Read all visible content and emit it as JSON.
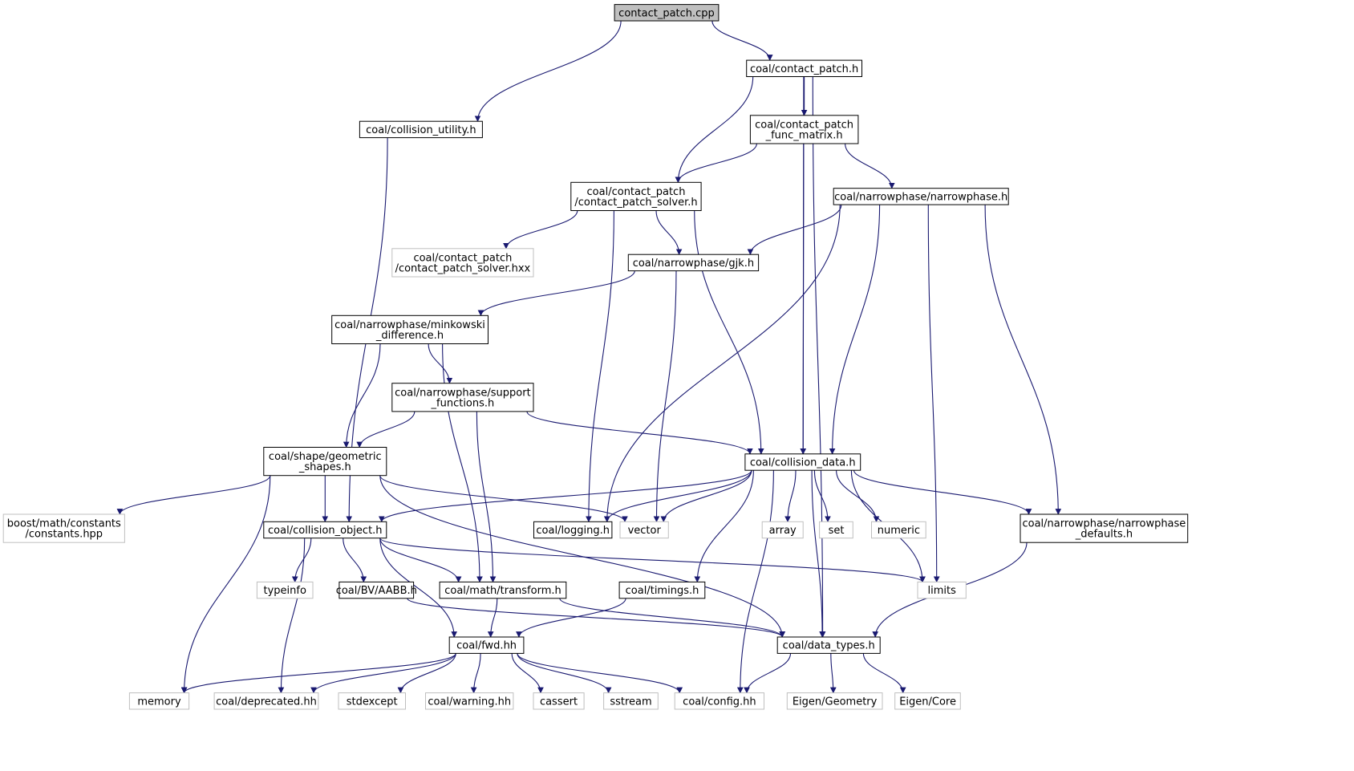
{
  "colors": {
    "edge": "#191970",
    "node_border": "#000000",
    "external_border": "#bfbfbf",
    "root_fill": "#bfbfbf",
    "node_fill": "#ffffff",
    "text": "#000000"
  },
  "nodes": [
    {
      "id": "contact_patch_cpp",
      "lines": [
        "contact_patch.cpp"
      ],
      "kind": "root"
    },
    {
      "id": "contact_patch_h",
      "lines": [
        "coal/contact_patch.h"
      ],
      "kind": "internal"
    },
    {
      "id": "collision_utility_h",
      "lines": [
        "coal/collision_utility.h"
      ],
      "kind": "internal"
    },
    {
      "id": "func_matrix_h",
      "lines": [
        "coal/contact_patch",
        "_func_matrix.h"
      ],
      "kind": "internal"
    },
    {
      "id": "solver_h",
      "lines": [
        "coal/contact_patch",
        "/contact_patch_solver.h"
      ],
      "kind": "internal"
    },
    {
      "id": "narrowphase_h",
      "lines": [
        "coal/narrowphase/narrowphase.h"
      ],
      "kind": "internal"
    },
    {
      "id": "solver_hxx",
      "lines": [
        "coal/contact_patch",
        "/contact_patch_solver.hxx"
      ],
      "kind": "external"
    },
    {
      "id": "gjk_h",
      "lines": [
        "coal/narrowphase/gjk.h"
      ],
      "kind": "internal"
    },
    {
      "id": "minkowski_h",
      "lines": [
        "coal/narrowphase/minkowski",
        "_difference.h"
      ],
      "kind": "internal"
    },
    {
      "id": "support_h",
      "lines": [
        "coal/narrowphase/support",
        "_functions.h"
      ],
      "kind": "internal"
    },
    {
      "id": "geometric_h",
      "lines": [
        "coal/shape/geometric",
        "_shapes.h"
      ],
      "kind": "internal"
    },
    {
      "id": "collision_data_h",
      "lines": [
        "coal/collision_data.h"
      ],
      "kind": "internal"
    },
    {
      "id": "boost_constants",
      "lines": [
        "boost/math/constants",
        "/constants.hpp"
      ],
      "kind": "external"
    },
    {
      "id": "collision_object_h",
      "lines": [
        "coal/collision_object.h"
      ],
      "kind": "internal"
    },
    {
      "id": "logging_h",
      "lines": [
        "coal/logging.h"
      ],
      "kind": "internal"
    },
    {
      "id": "vector",
      "lines": [
        "vector"
      ],
      "kind": "external"
    },
    {
      "id": "array",
      "lines": [
        "array"
      ],
      "kind": "external"
    },
    {
      "id": "set",
      "lines": [
        "set"
      ],
      "kind": "external"
    },
    {
      "id": "numeric",
      "lines": [
        "numeric"
      ],
      "kind": "external"
    },
    {
      "id": "np_defaults_h",
      "lines": [
        "coal/narrowphase/narrowphase",
        "_defaults.h"
      ],
      "kind": "internal"
    },
    {
      "id": "typeinfo",
      "lines": [
        "typeinfo"
      ],
      "kind": "external"
    },
    {
      "id": "aabb_h",
      "lines": [
        "coal/BV/AABB.h"
      ],
      "kind": "internal"
    },
    {
      "id": "transform_h",
      "lines": [
        "coal/math/transform.h"
      ],
      "kind": "internal"
    },
    {
      "id": "timings_h",
      "lines": [
        "coal/timings.h"
      ],
      "kind": "internal"
    },
    {
      "id": "limits",
      "lines": [
        "limits"
      ],
      "kind": "external"
    },
    {
      "id": "fwd_hh",
      "lines": [
        "coal/fwd.hh"
      ],
      "kind": "internal"
    },
    {
      "id": "data_types_h",
      "lines": [
        "coal/data_types.h"
      ],
      "kind": "internal"
    },
    {
      "id": "memory",
      "lines": [
        "memory"
      ],
      "kind": "external"
    },
    {
      "id": "deprecated_hh",
      "lines": [
        "coal/deprecated.hh"
      ],
      "kind": "external"
    },
    {
      "id": "stdexcept",
      "lines": [
        "stdexcept"
      ],
      "kind": "external"
    },
    {
      "id": "warning_hh",
      "lines": [
        "coal/warning.hh"
      ],
      "kind": "external"
    },
    {
      "id": "cassert",
      "lines": [
        "cassert"
      ],
      "kind": "external"
    },
    {
      "id": "sstream",
      "lines": [
        "sstream"
      ],
      "kind": "external"
    },
    {
      "id": "config_hh",
      "lines": [
        "coal/config.hh"
      ],
      "kind": "external"
    },
    {
      "id": "eigen_geometry",
      "lines": [
        "Eigen/Geometry"
      ],
      "kind": "external"
    },
    {
      "id": "eigen_core",
      "lines": [
        "Eigen/Core"
      ],
      "kind": "external"
    }
  ],
  "edges": [
    [
      "contact_patch_cpp",
      "contact_patch_h"
    ],
    [
      "contact_patch_cpp",
      "collision_utility_h"
    ],
    [
      "contact_patch_h",
      "func_matrix_h"
    ],
    [
      "contact_patch_h",
      "solver_h"
    ],
    [
      "contact_patch_h",
      "collision_data_h"
    ],
    [
      "contact_patch_h",
      "data_types_h"
    ],
    [
      "collision_utility_h",
      "collision_object_h"
    ],
    [
      "func_matrix_h",
      "solver_h"
    ],
    [
      "func_matrix_h",
      "narrowphase_h"
    ],
    [
      "func_matrix_h",
      "collision_data_h"
    ],
    [
      "solver_h",
      "solver_hxx"
    ],
    [
      "solver_h",
      "gjk_h"
    ],
    [
      "solver_h",
      "logging_h"
    ],
    [
      "solver_h",
      "collision_data_h"
    ],
    [
      "narrowphase_h",
      "gjk_h"
    ],
    [
      "narrowphase_h",
      "logging_h"
    ],
    [
      "narrowphase_h",
      "collision_data_h"
    ],
    [
      "narrowphase_h",
      "np_defaults_h"
    ],
    [
      "narrowphase_h",
      "limits"
    ],
    [
      "gjk_h",
      "minkowski_h"
    ],
    [
      "gjk_h",
      "vector"
    ],
    [
      "minkowski_h",
      "support_h"
    ],
    [
      "minkowski_h",
      "geometric_h"
    ],
    [
      "minkowski_h",
      "transform_h"
    ],
    [
      "support_h",
      "geometric_h"
    ],
    [
      "support_h",
      "collision_data_h"
    ],
    [
      "support_h",
      "transform_h"
    ],
    [
      "geometric_h",
      "boost_constants"
    ],
    [
      "geometric_h",
      "collision_object_h"
    ],
    [
      "geometric_h",
      "vector"
    ],
    [
      "geometric_h",
      "memory"
    ],
    [
      "geometric_h",
      "data_types_h"
    ],
    [
      "collision_data_h",
      "collision_object_h"
    ],
    [
      "collision_data_h",
      "logging_h"
    ],
    [
      "collision_data_h",
      "vector"
    ],
    [
      "collision_data_h",
      "array"
    ],
    [
      "collision_data_h",
      "set"
    ],
    [
      "collision_data_h",
      "numeric"
    ],
    [
      "collision_data_h",
      "np_defaults_h"
    ],
    [
      "collision_data_h",
      "timings_h"
    ],
    [
      "collision_data_h",
      "limits"
    ],
    [
      "collision_data_h",
      "config_hh"
    ],
    [
      "collision_data_h",
      "data_types_h"
    ],
    [
      "np_defaults_h",
      "data_types_h"
    ],
    [
      "collision_object_h",
      "typeinfo"
    ],
    [
      "collision_object_h",
      "aabb_h"
    ],
    [
      "collision_object_h",
      "transform_h"
    ],
    [
      "collision_object_h",
      "limits"
    ],
    [
      "collision_object_h",
      "fwd_hh"
    ],
    [
      "collision_object_h",
      "deprecated_hh"
    ],
    [
      "aabb_h",
      "data_types_h"
    ],
    [
      "transform_h",
      "fwd_hh"
    ],
    [
      "transform_h",
      "data_types_h"
    ],
    [
      "timings_h",
      "fwd_hh"
    ],
    [
      "fwd_hh",
      "memory"
    ],
    [
      "fwd_hh",
      "deprecated_hh"
    ],
    [
      "fwd_hh",
      "stdexcept"
    ],
    [
      "fwd_hh",
      "warning_hh"
    ],
    [
      "fwd_hh",
      "cassert"
    ],
    [
      "fwd_hh",
      "sstream"
    ],
    [
      "fwd_hh",
      "config_hh"
    ],
    [
      "data_types_h",
      "config_hh"
    ],
    [
      "data_types_h",
      "eigen_geometry"
    ],
    [
      "data_types_h",
      "eigen_core"
    ]
  ]
}
